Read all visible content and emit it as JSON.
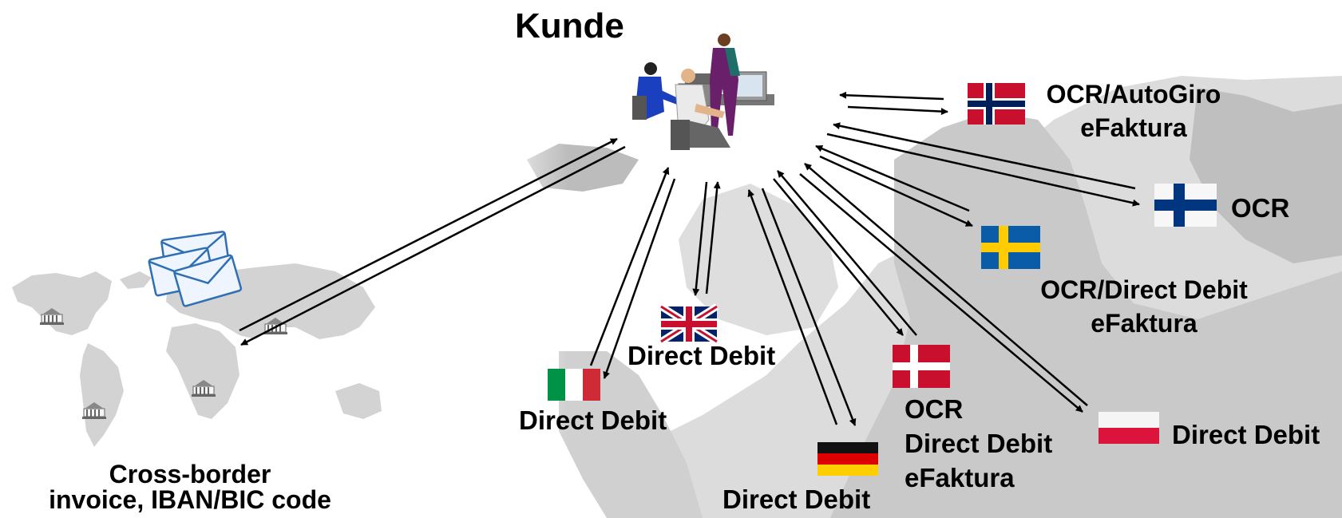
{
  "title": "Kunde",
  "cross_border": {
    "line1": "Cross-border",
    "line2": "invoice, IBAN/BIC code"
  },
  "countries": {
    "norway": {
      "flag": "norway-flag",
      "lines": [
        "OCR/AutoGiro",
        "eFaktura"
      ]
    },
    "finland": {
      "flag": "finland-flag",
      "lines": [
        "OCR"
      ]
    },
    "sweden": {
      "flag": "sweden-flag",
      "lines": [
        "OCR/Direct Debit",
        "eFaktura"
      ]
    },
    "uk": {
      "flag": "uk-flag",
      "lines": [
        "Direct Debit"
      ]
    },
    "italy": {
      "flag": "italy-flag",
      "lines": [
        "Direct Debit"
      ]
    },
    "denmark": {
      "flag": "denmark-flag",
      "lines": [
        "OCR",
        "Direct Debit",
        "eFaktura"
      ]
    },
    "germany": {
      "flag": "germany-flag",
      "lines": [
        "Direct Debit"
      ]
    },
    "poland": {
      "flag": "poland-flag",
      "lines": [
        "Direct Debit"
      ]
    }
  },
  "colors": {
    "map": "#d3d3d3",
    "map_dark": "#bdbdbd",
    "envelope": "#2f6fb3"
  }
}
